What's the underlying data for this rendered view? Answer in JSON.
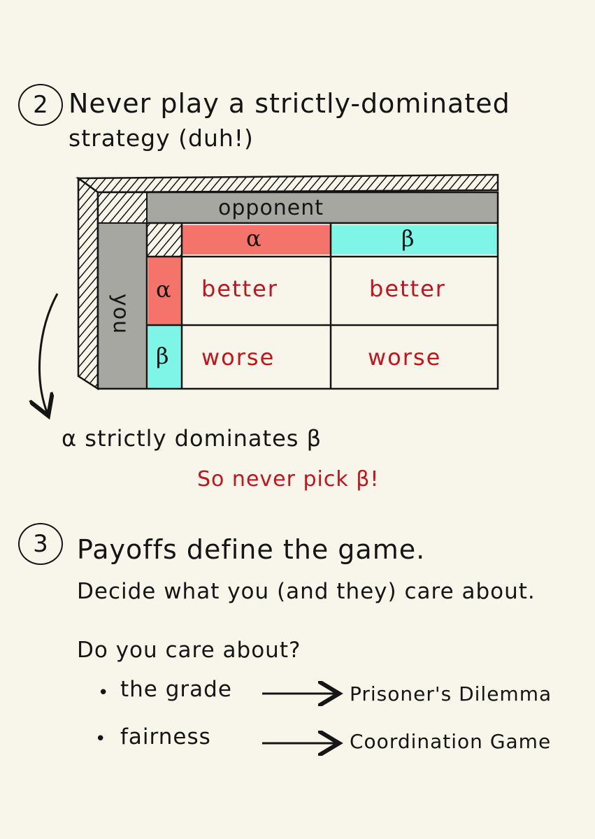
{
  "sections": [
    {
      "number": "2",
      "title_line1": "Never play a strictly-dominated",
      "title_line2": "strategy (duh!)"
    },
    {
      "number": "3",
      "title_line1": "Payoffs define the game.",
      "title_line2": "Decide what you (and they) care about."
    }
  ],
  "matrix": {
    "column_player": "opponent",
    "row_player": "you",
    "column_strategies": [
      "α",
      "β"
    ],
    "row_strategies": [
      "α",
      "β"
    ],
    "cells": [
      [
        "better",
        "better"
      ],
      [
        "worse",
        "worse"
      ]
    ]
  },
  "conclusion": {
    "statement": "α strictly dominates β",
    "advice": "So never pick β!"
  },
  "question": "Do you care about?",
  "options": [
    {
      "item": "the grade",
      "result": "Prisoner's Dilemma"
    },
    {
      "item": "fairness",
      "result": "Coordination Game"
    }
  ],
  "colors": {
    "background": "#f8f5ea",
    "red_header": "#f4736b",
    "cyan_header": "#7ef5e6",
    "grey_band": "#a7a7a1",
    "accent_text": "#c4141b"
  }
}
